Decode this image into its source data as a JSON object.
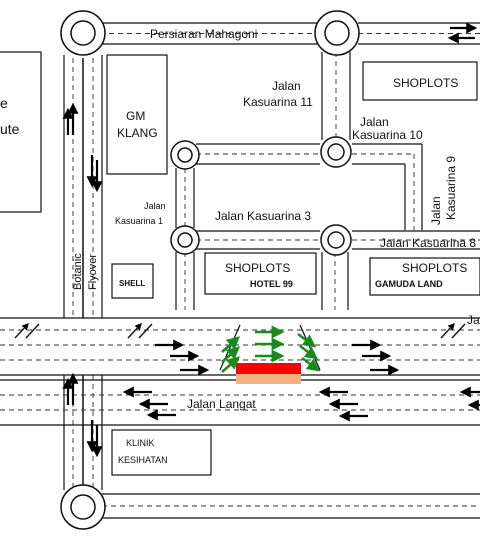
{
  "roads": {
    "persiaran_mahagoni": "Persiaran Mahagoni",
    "jalan_kasuarina_11_l1": "Jalan",
    "jalan_kasuarina_11_l2": "Kasuarina 11",
    "jalan_kasuarina_10_l1": "Jalan",
    "jalan_kasuarina_10_l2": "Kasuarina 10",
    "jalan_kasuarina_9_l1": "Jalan",
    "jalan_kasuarina_9_l2": "Kasuarina 9",
    "jalan_kasuarina_1_l1": "Jalan",
    "jalan_kasuarina_1_l2": "Kasuarina 1",
    "jalan_kasuarina_3": "Jalan Kasuarina 3",
    "jalan_kasuarina_8": "Jalan Kasuarina 8",
    "jalan_langat": "Jalan Langat",
    "botanic_flyover_l1": "Botanic",
    "botanic_flyover_l2": "Flyover",
    "right_edge_ja": "Ja"
  },
  "places": {
    "gm_klang_l1": "GM",
    "gm_klang_l2": "KLANG",
    "shoplots_top": "SHOPLOTS",
    "shoplots_hotel": "SHOPLOTS",
    "hotel_99": "HOTEL 99",
    "shoplots_gamuda": "SHOPLOTS",
    "gamuda_land": "GAMUDA LAND",
    "shell": "SHELL",
    "klinik_l1": "KLINIK",
    "klinik_l2": "KESIHATAN",
    "left_partial_1": "e",
    "left_partial_2": "ute"
  },
  "colors": {
    "road_edge": "#111111",
    "lane_dash": "#333333",
    "arrow": "#000000",
    "green_arrow": "#1a8a1a",
    "closure_red": "#ff0000",
    "closure_peach": "#f4b183"
  }
}
